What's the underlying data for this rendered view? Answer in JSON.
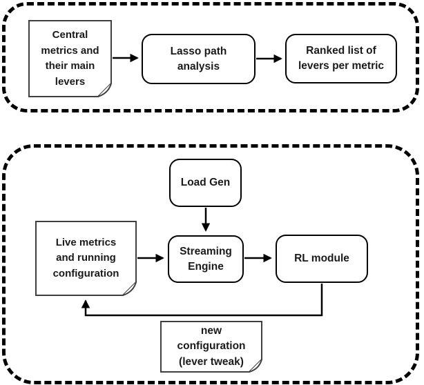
{
  "top_flow": {
    "central_metrics_note": "Central\nmetrics and\ntheir main\nlevers",
    "lasso_path_box": "Lasso path\nanalysis",
    "ranked_list_box": "Ranked list of\nlevers per metric"
  },
  "bottom_flow": {
    "load_gen_box": "Load Gen",
    "live_metrics_note": "Live metrics\nand running\nconfiguration",
    "streaming_engine_box": "Streaming\nEngine",
    "rl_module_box": "RL module",
    "new_configuration_note": "new\nconfiguration\n(lever tweak)"
  },
  "connections": [
    {
      "from": "central_metrics_note",
      "to": "lasso_path_box",
      "type": "arrow"
    },
    {
      "from": "lasso_path_box",
      "to": "ranked_list_box",
      "type": "arrow"
    },
    {
      "from": "load_gen_box",
      "to": "streaming_engine_box",
      "type": "arrow"
    },
    {
      "from": "live_metrics_note",
      "to": "streaming_engine_box",
      "type": "arrow"
    },
    {
      "from": "streaming_engine_box",
      "to": "rl_module_box",
      "type": "arrow"
    },
    {
      "from": "rl_module_box",
      "to": "live_metrics_note",
      "type": "arrow",
      "label_node": "new_configuration_note"
    }
  ],
  "colors": {
    "line": "#000000",
    "note_border": "#3f3f3f",
    "text": "#1a1a1a",
    "background": "#ffffff"
  }
}
